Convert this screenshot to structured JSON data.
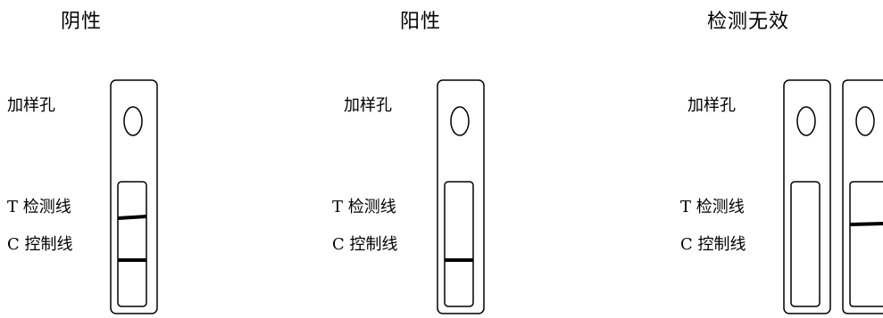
{
  "panels": [
    {
      "title": "阴性",
      "labels": {
        "sample_well": "加样孔",
        "test_line": "T 检测线",
        "control_line": "C 控制线"
      },
      "cassettes": [
        {
          "test_line_visible": true,
          "control_line_visible": true
        }
      ]
    },
    {
      "title": "阳性",
      "labels": {
        "sample_well": "加样孔",
        "test_line": "T 检测线",
        "control_line": "C 控制线"
      },
      "cassettes": [
        {
          "test_line_visible": false,
          "control_line_visible": true
        }
      ]
    },
    {
      "title": "检测无效",
      "labels": {
        "sample_well": "加样孔",
        "test_line": "T 检测线",
        "control_line": "C 控制线"
      },
      "cassettes": [
        {
          "test_line_visible": false,
          "control_line_visible": false
        },
        {
          "test_line_visible": true,
          "control_line_visible": false
        }
      ]
    }
  ],
  "colors": {
    "stroke": "#000000",
    "background": "#ffffff"
  }
}
